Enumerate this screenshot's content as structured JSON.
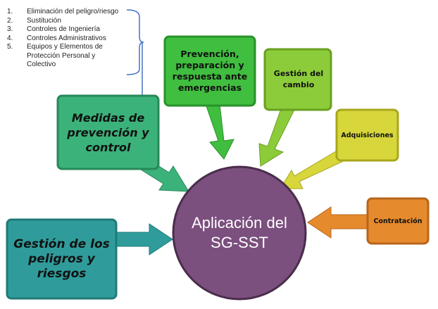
{
  "list": [
    {
      "num": "1.",
      "text": "Eliminación del peligro/riesgo"
    },
    {
      "num": "2.",
      "text": "Sustitución"
    },
    {
      "num": "3.",
      "text": "Controles de Ingeniería"
    },
    {
      "num": "4.",
      "text": "Controles Administrativos"
    },
    {
      "num": "5.",
      "text": "Equipos y Elementos de Protección Personal y Colectivo"
    }
  ],
  "center": {
    "label": "Aplicación del SG-SST",
    "color": "#7b4f7e"
  },
  "nodes": {
    "peligros": {
      "label": "Gestión de los peligros y riesgos",
      "color": "#2f9c9b"
    },
    "medidas": {
      "label": "Medidas de prevención y control",
      "color": "#3bb27a"
    },
    "emergencias": {
      "label": "Prevención, preparación y respuesta ante emergencias",
      "color": "#40be3f"
    },
    "cambio": {
      "label": "Gestión del cambio",
      "color": "#8ccb3a"
    },
    "adquisiciones": {
      "label": "Adquisiciones",
      "color": "#d7d63b"
    },
    "contratacion": {
      "label": "Contratación",
      "color": "#e68a2e"
    }
  }
}
